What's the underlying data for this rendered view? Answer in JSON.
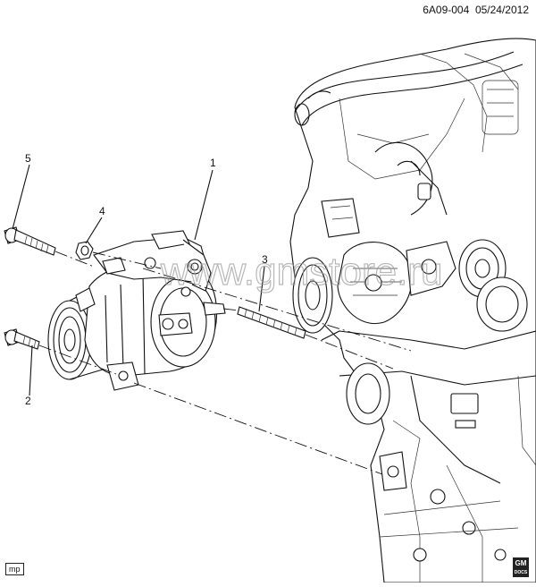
{
  "header": {
    "figure_id": "6A09-004",
    "date": "05/24/2012"
  },
  "callouts": [
    {
      "id": "1",
      "label": "1"
    },
    {
      "id": "2",
      "label": "2"
    },
    {
      "id": "3",
      "label": "3"
    },
    {
      "id": "4",
      "label": "4"
    },
    {
      "id": "5",
      "label": "5"
    }
  ],
  "watermark": "www.gmstore.ru",
  "badge": "mp",
  "logo": {
    "top": "GM",
    "bottom": "DOCS"
  }
}
